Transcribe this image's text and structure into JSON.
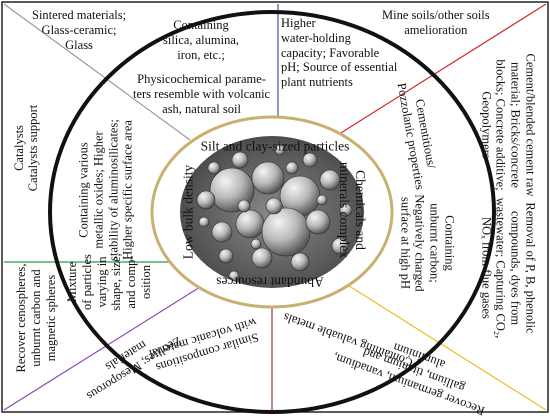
{
  "outer_labels": {
    "sintered": [
      "Sintered materials;",
      "Glass-ceramic;",
      "Glass"
    ],
    "water": [
      "Higher",
      "water-holding",
      "capacity;  Favorable",
      "pH; Source of essential",
      "plant nutrients"
    ],
    "mine": [
      "Mine soils/other soils",
      "amelioration"
    ],
    "cement": [
      "Cement/blended cement raw",
      "material; Bricks/concrete",
      "blocks; Concrete additive;",
      "Geopolymers"
    ],
    "catalysts": [
      "Catalysts",
      "Catalysts support"
    ],
    "removal": [
      "Removal of P, B, phenolic",
      "compounds, dyes from",
      "wastewater; Capturing CO₂,",
      "NOₓ from flue gases"
    ],
    "recover_ceno": [
      "Recover cenospheres,",
      "unburnt carbon and",
      "magnetic spheres"
    ],
    "zeolites": [
      "Zeolites; Mesoporous",
      "materials"
    ],
    "recover_metals": [
      "Recover germanium, vanadium,",
      "gallium, titanium and",
      "aluminium"
    ]
  },
  "ring_labels": {
    "silica": [
      "Containing",
      "silica, alumina,",
      "iron, etc.;"
    ],
    "physico": [
      "Physicochemical parame-",
      "ters resemble with volcanic",
      "ash, natural soil"
    ],
    "pozzolanic": [
      "Cementitious/",
      "Pozzolanic properties"
    ],
    "oxides": [
      "Containing various",
      "metallic oxides; Higher",
      "stability of aluminosilicates;",
      "Higher specific surface area"
    ],
    "carbon": [
      "Containing",
      "unburnt carbon;",
      "Negatively charged",
      "surface at high pH"
    ],
    "mixture": [
      "Mixture",
      "of particles",
      "varying in",
      "shape, size,",
      "and comp-",
      "osition"
    ],
    "volcanic": [
      "Similar compositions",
      "with volcanic material"
    ],
    "valuable": [
      "Containing valuable metals"
    ]
  },
  "core_labels": {
    "silt": "Silt and clay-sized particles",
    "chemicals": [
      "Chemicals and",
      "minerals complex"
    ],
    "low_bulk": "Low bulk density",
    "abundant": "Abundant resources"
  },
  "colors": {
    "gray": "#9a9a9a",
    "blue": "#3e5aa8",
    "red": "#d12a2a",
    "green": "#2e9a4a",
    "purple": "#8a4cb0",
    "brown": "#9a3c2a",
    "yellow": "#e8c020",
    "ellipse": "#c8b070"
  }
}
